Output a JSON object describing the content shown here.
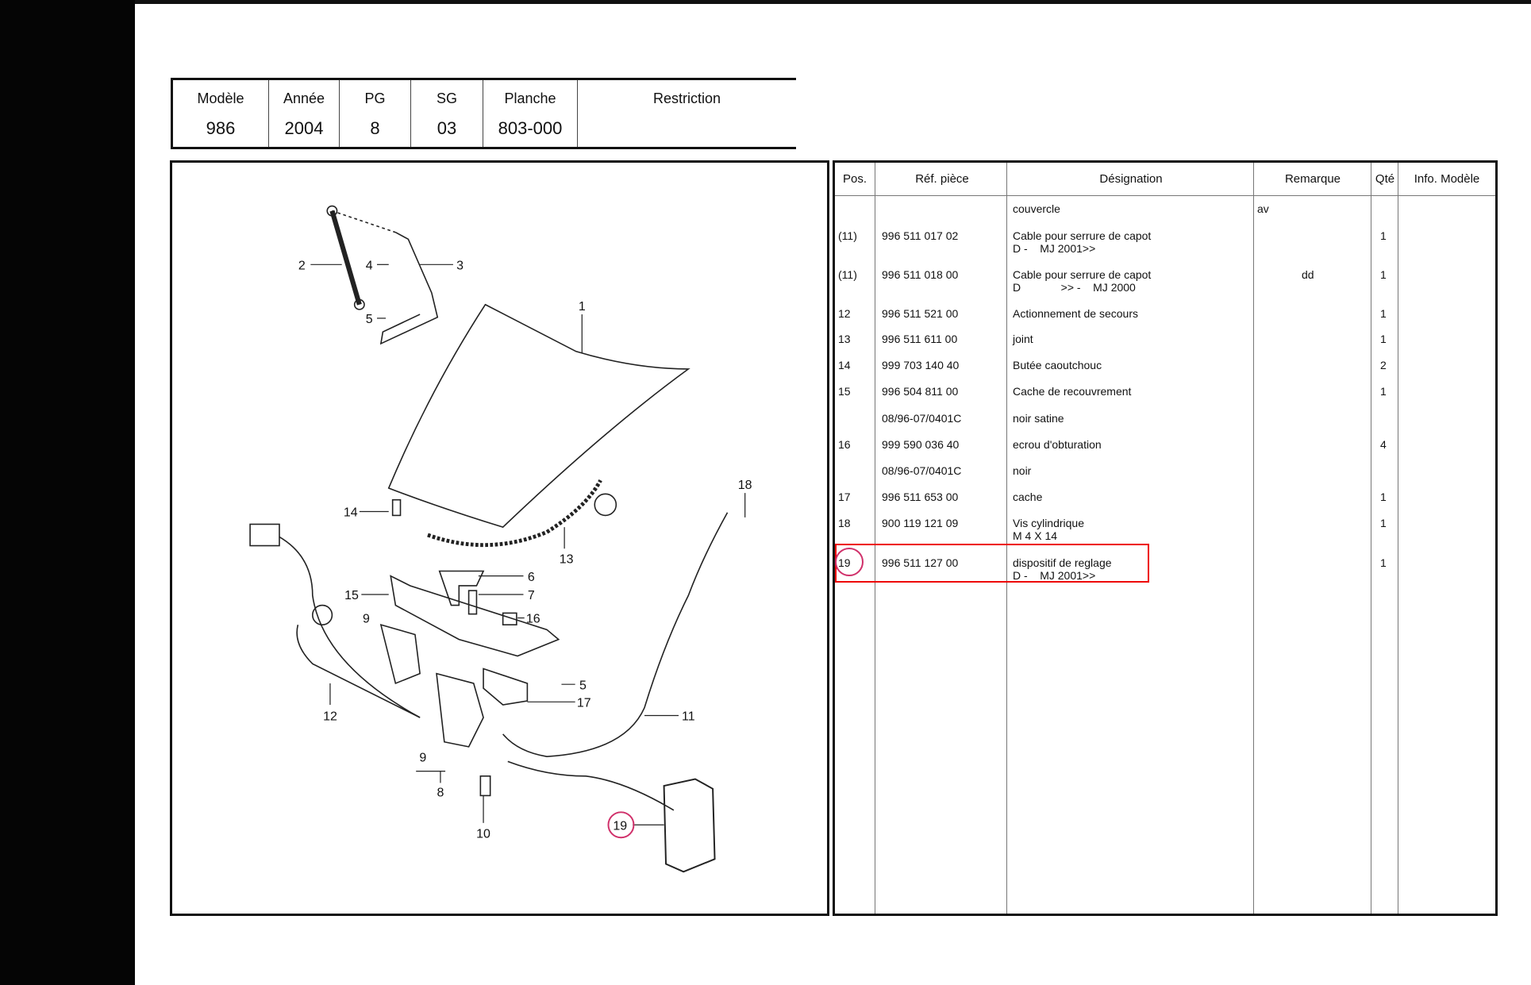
{
  "header": {
    "columns": [
      {
        "label": "Modèle",
        "value": "986"
      },
      {
        "label": "Année",
        "value": "2004"
      },
      {
        "label": "PG",
        "value": "8"
      },
      {
        "label": "SG",
        "value": "03"
      },
      {
        "label": "Planche",
        "value": "803-000"
      },
      {
        "label": "Restriction",
        "value": ""
      }
    ]
  },
  "parts_table": {
    "headers": [
      "Pos.",
      "Réf. pièce",
      "Désignation",
      "Remarque",
      "Qté",
      "Info. Modèle"
    ],
    "rows": [
      {
        "pos": "",
        "ref": "",
        "designation": "couvercle",
        "remarque": "av",
        "qte": ""
      },
      {
        "pos": "(11)",
        "ref": "996 511 017 02",
        "designation": "Cable pour serrure de capot\nD -    MJ 2001>>",
        "remarque": "",
        "qte": "1"
      },
      {
        "pos": "(11)",
        "ref": "996 511 018 00",
        "designation": "Cable pour serrure de capot\nD             >> -    MJ 2000",
        "remarque": "dd",
        "qte": "1"
      },
      {
        "pos": "12",
        "ref": "996 511 521 00",
        "designation": "Actionnement de secours",
        "remarque": "",
        "qte": "1"
      },
      {
        "pos": "13",
        "ref": "996 511 611 00",
        "designation": "joint",
        "remarque": "",
        "qte": "1"
      },
      {
        "pos": "14",
        "ref": "999 703 140 40",
        "designation": "Butée caoutchouc",
        "remarque": "",
        "qte": "2"
      },
      {
        "pos": "15",
        "ref": "996 504 811 00",
        "designation": "Cache de recouvrement",
        "remarque": "",
        "qte": "1"
      },
      {
        "pos": "",
        "ref": "08/96-07/0401C",
        "designation": "noir satine",
        "remarque": "",
        "qte": ""
      },
      {
        "pos": "16",
        "ref": "999 590 036 40",
        "designation": "ecrou d'obturation",
        "remarque": "",
        "qte": "4"
      },
      {
        "pos": "",
        "ref": "08/96-07/0401C",
        "designation": "noir",
        "remarque": "",
        "qte": ""
      },
      {
        "pos": "17",
        "ref": "996 511 653 00",
        "designation": "cache",
        "remarque": "",
        "qte": "1"
      },
      {
        "pos": "18",
        "ref": "900 119 121 09",
        "designation": "Vis cylindrique\nM 4 X 14",
        "remarque": "",
        "qte": "1"
      },
      {
        "pos": "19",
        "ref": "996 511 127 00",
        "designation": "dispositif de reglage\nD -    MJ 2001>>",
        "remarque": "",
        "qte": "1"
      }
    ],
    "highlighted_pos": "19",
    "highlight_color": "#e00000"
  },
  "diagram": {
    "callouts": [
      "1",
      "2",
      "3",
      "4",
      "5",
      "14",
      "18",
      "13",
      "6",
      "7",
      "15",
      "16",
      "9",
      "5",
      "17",
      "11",
      "12",
      "9",
      "8",
      "10",
      "19"
    ],
    "highlighted_callout": "19"
  }
}
